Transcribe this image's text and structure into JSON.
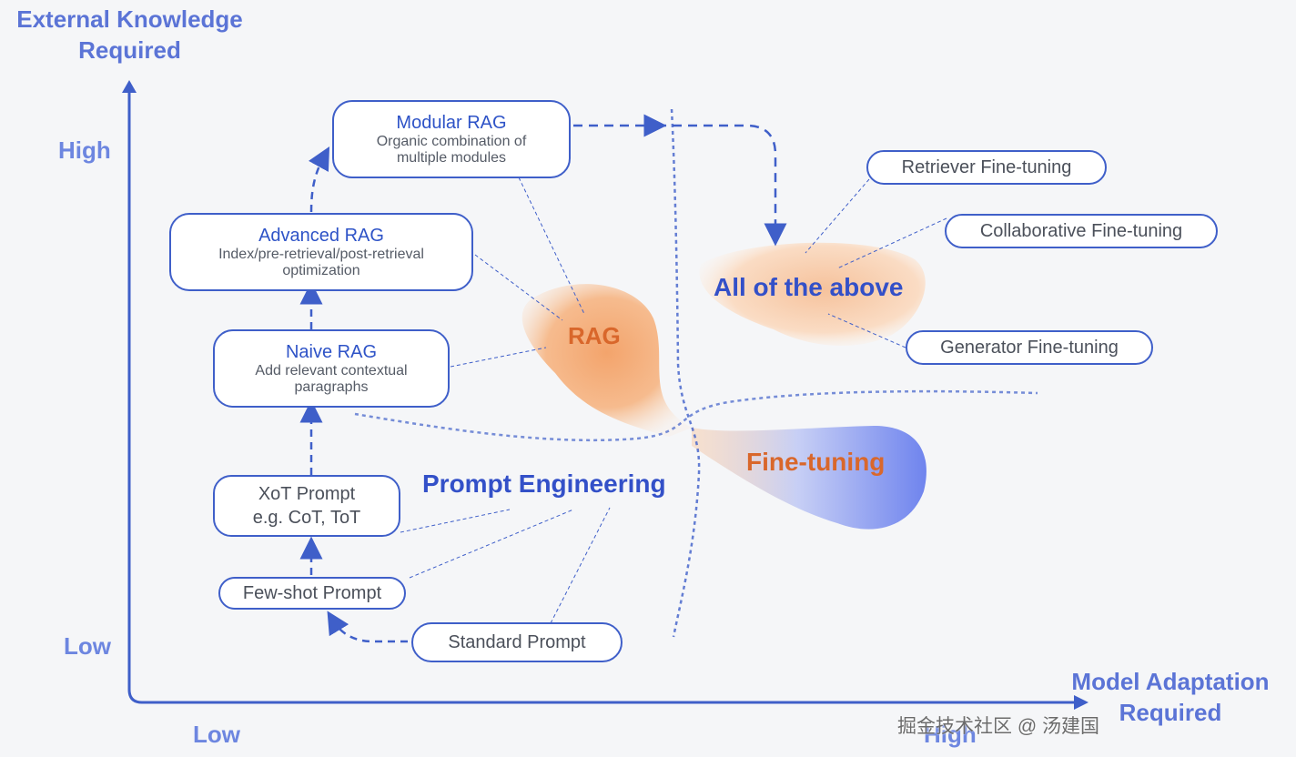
{
  "axes": {
    "y_title": [
      "External Knowledge",
      "Required"
    ],
    "y_high": "High",
    "y_low": "Low",
    "x_title": [
      "Model Adaptation",
      "Required"
    ],
    "x_low": "Low",
    "x_high": "High"
  },
  "rag_boxes": [
    {
      "title": "Modular RAG",
      "desc": [
        "Organic combination of",
        "multiple modules"
      ]
    },
    {
      "title": "Advanced RAG",
      "desc": [
        "Index/pre-retrieval/post-retrieval",
        "optimization"
      ]
    },
    {
      "title": "Naive RAG",
      "desc": [
        "Add relevant contextual",
        "paragraphs"
      ]
    }
  ],
  "prompt_boxes": {
    "xot": [
      "XoT Prompt",
      "e.g. CoT, ToT"
    ],
    "few_shot": "Few-shot Prompt",
    "standard": "Standard Prompt"
  },
  "finetune_pills": {
    "retriever": "Retriever Fine-tuning",
    "collaborative": "Collaborative Fine-tuning",
    "generator": "Generator Fine-tuning"
  },
  "regions": {
    "rag": "RAG",
    "all": "All of the above",
    "prompt": "Prompt Engineering",
    "finetune": "Fine-tuning"
  },
  "colors": {
    "axis": "#3f5fc9",
    "orange_text": "#d9672b",
    "blue_text": "#3350c8"
  },
  "watermark": "掘金技术社区 @ 汤建国"
}
